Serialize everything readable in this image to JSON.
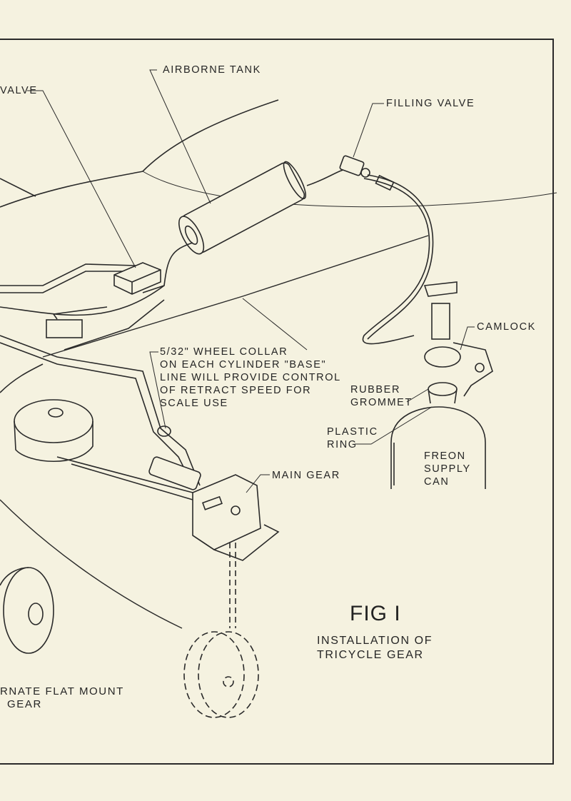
{
  "labels": {
    "valve": "VALVE",
    "airborne_tank": "AIRBORNE TANK",
    "filling_valve": "FILLING VALVE",
    "camlock": "CAMLOCK",
    "wheel_collar": [
      "5/32\" WHEEL COLLAR",
      "ON EACH CYLINDER \"BASE\"",
      "LINE WILL PROVIDE CONTROL",
      "OF RETRACT SPEED FOR",
      "SCALE USE"
    ],
    "rubber_grommet": [
      "RUBBER",
      "GROMMET"
    ],
    "plastic_ring": [
      "PLASTIC",
      "RING"
    ],
    "freon_can": [
      "FREON",
      "SUPPLY",
      "CAN"
    ],
    "main_gear": "MAIN GEAR",
    "alternate_mount": [
      "RNATE FLAT MOUNT",
      "GEAR"
    ]
  },
  "figure": {
    "number": "FIG I",
    "caption": [
      "INSTALLATION OF",
      "TRICYCLE GEAR"
    ]
  }
}
